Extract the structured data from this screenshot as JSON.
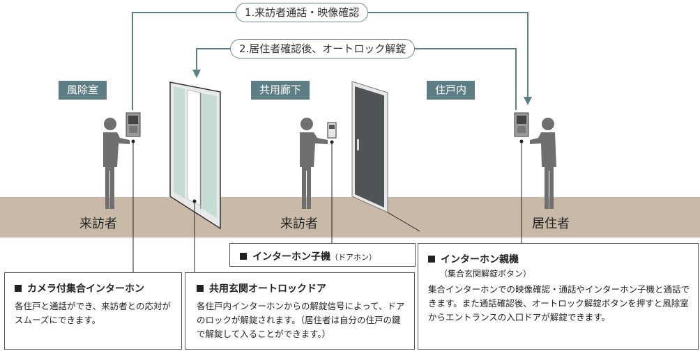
{
  "flows": {
    "flow1": "1.来訪者通話・映像確認",
    "flow2": "2.居住者確認後、オートロック解錠"
  },
  "zones": {
    "windbreak": "風除室",
    "corridor": "共用廊下",
    "dwelling": "住戸内"
  },
  "persons": {
    "visitor1": "来訪者",
    "visitor2": "来訪者",
    "resident": "居住者"
  },
  "callouts": {
    "child": {
      "title": "インターホン子機",
      "title_small": "（ドアホン）"
    },
    "camera": {
      "title": "カメラ付集合インターホン",
      "body": "各住戸と通話ができ、来訪者との応対がスムーズにできます。"
    },
    "autolock": {
      "title": "共用玄関オートロックドア",
      "body": "各住戸内インターホンからの解錠信号によって、ドアのロックが解錠されます。（居住者は自分の住戸の鍵で解錠して入ることができます。）"
    },
    "master": {
      "title": "インターホン親機",
      "subtitle": "（集合玄関解錠ボタン）",
      "body": "集合インターホンでの映像確認・通話やインターホン子機と通話できます。また通話確認後、オートロック解錠ボタンを押すと風除室からエントランスの入口ドアが解錠できます。"
    }
  },
  "colors": {
    "accent": "#5d7e84",
    "ground": "#c9b9a8",
    "figure": "#6f6f6f"
  }
}
